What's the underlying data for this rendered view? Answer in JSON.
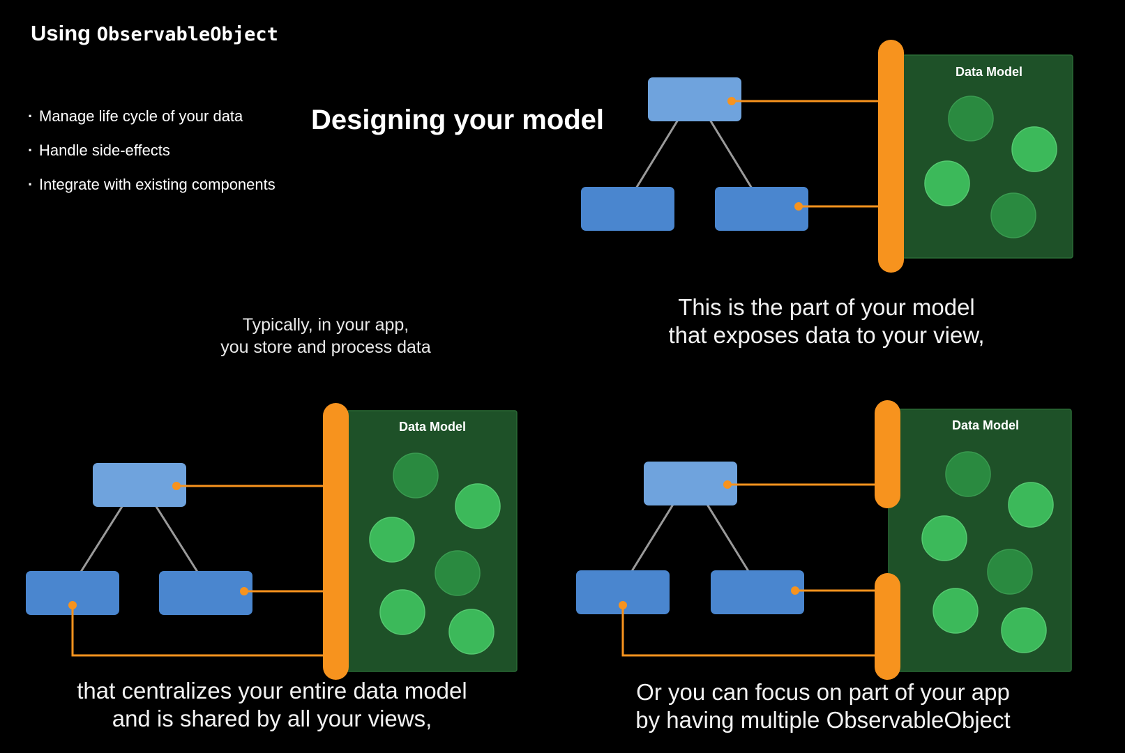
{
  "slide": {
    "title_prefix": "Using",
    "title_code": "ObservableObject",
    "bullets": [
      "Manage life cycle of your data",
      "Handle side-effects",
      "Integrate with existing components"
    ],
    "heading": "Designing your model"
  },
  "captions": {
    "top_left": [
      "Typically, in your app,",
      "you store and process data"
    ],
    "top_right": [
      "This is the part of your model",
      "that exposes data to your view,"
    ],
    "bottom_left": [
      "that centralizes your entire data model",
      "and is shared by all your views,"
    ],
    "bottom_right": [
      "Or you can focus on part of your app",
      "by having multiple ObservableObject"
    ]
  },
  "diagrams": {
    "top_right": {
      "model_label": "Data Model"
    },
    "bottom_left": {
      "model_label": "Data Model"
    },
    "bottom_right": {
      "model_label": "Data Model"
    }
  },
  "colors": {
    "background": "#000000",
    "orange": "#F7931E",
    "root_node": "#6FA3DD",
    "child_node": "#4A86CF",
    "model_panel": "#1E5128",
    "circle_bright": "#3CB95A",
    "circle_dark": "#2A8A40",
    "tree_line": "#9A9A9A"
  }
}
